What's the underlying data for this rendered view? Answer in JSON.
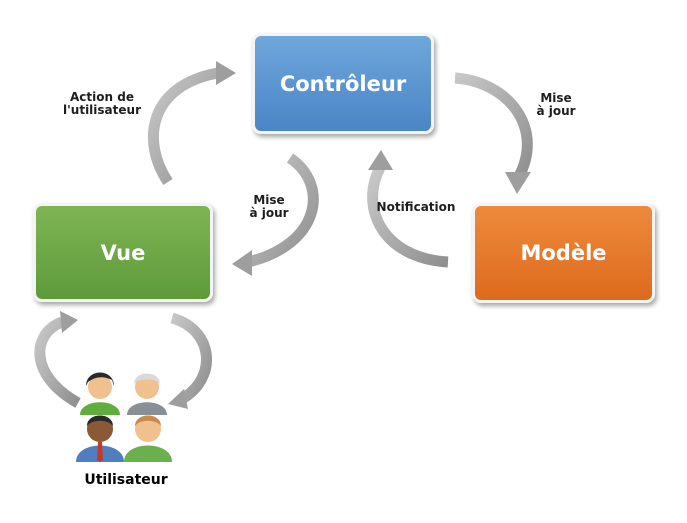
{
  "boxes": {
    "controller": "Contrôleur",
    "view": "Vue",
    "model": "Modèle"
  },
  "labels": {
    "user_action": [
      "Action de",
      "l'utilisateur"
    ],
    "controller_to_model": [
      "Mise",
      "à jour"
    ],
    "controller_to_view": [
      "Mise",
      "à jour"
    ],
    "notification": "Notification"
  },
  "users": {
    "caption": "Utilisateur"
  },
  "colors": {
    "controller": "#5b95d1",
    "view": "#6aa745",
    "model": "#e77a2b",
    "arrow": "#a6a6a6"
  }
}
